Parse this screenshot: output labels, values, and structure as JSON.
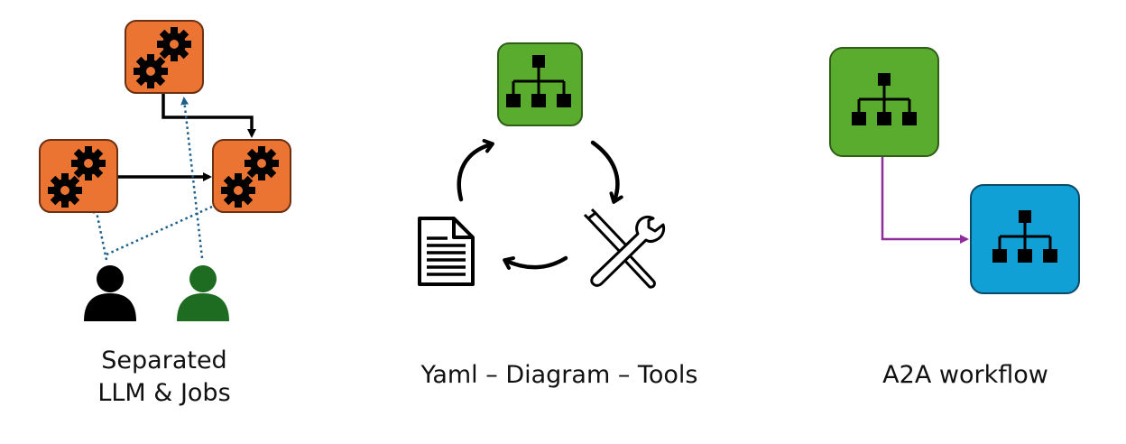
{
  "panels": {
    "left": {
      "caption_line1": "Separated",
      "caption_line2": "LLM & Jobs"
    },
    "middle": {
      "caption": "Yaml – Diagram – Tools"
    },
    "right": {
      "caption": "A2A workflow"
    }
  },
  "icons": {
    "left": [
      "gears-icon",
      "gears-icon",
      "gears-icon",
      "user-icon",
      "user-icon"
    ],
    "middle": [
      "org-chart-icon",
      "document-icon",
      "tools-icon",
      "cycle-arrow-icon"
    ],
    "right": [
      "org-chart-icon",
      "org-chart-icon"
    ]
  },
  "colors": {
    "job_box": "#ec7433",
    "job_box_border": "#6b2f12",
    "diagram_green": "#5aac2e",
    "diagram_green_border": "#2f5e18",
    "diagram_blue": "#10a0d6",
    "diagram_blue_border": "#0a4a66",
    "user_black": "#000000",
    "user_green": "#1e6b22",
    "dotted_link": "#1c5f8a",
    "a2a_link": "#8e2c9c"
  }
}
